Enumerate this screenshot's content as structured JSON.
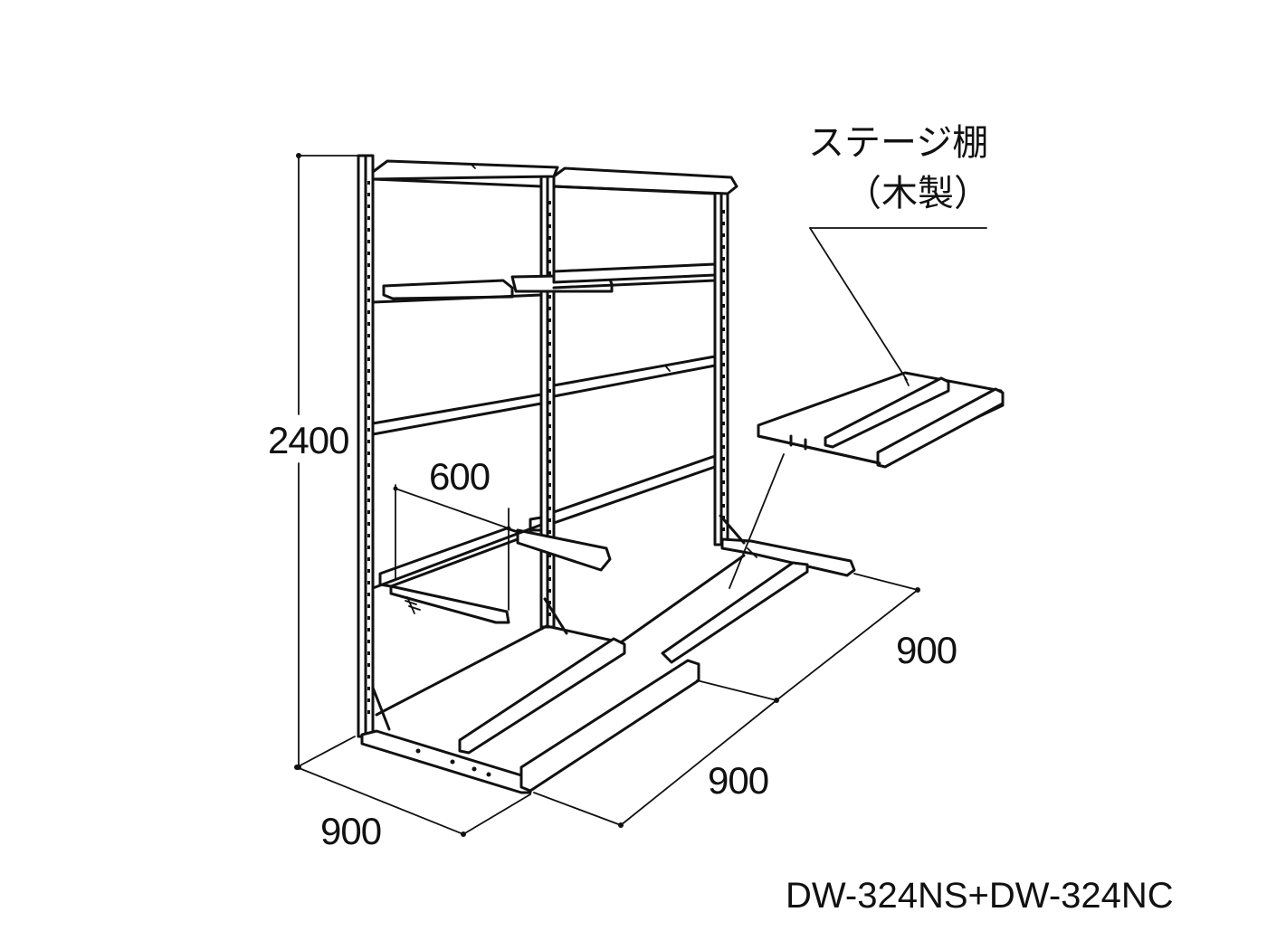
{
  "dimensions": {
    "height": "2400",
    "depth_arm": "600",
    "width_bottom_left": "900",
    "width_bottom_right": "900",
    "depth_right": "900"
  },
  "callout": {
    "line1": "ステージ棚",
    "line2": "（木製）"
  },
  "model_code": "DW-324NS+DW-324NC"
}
